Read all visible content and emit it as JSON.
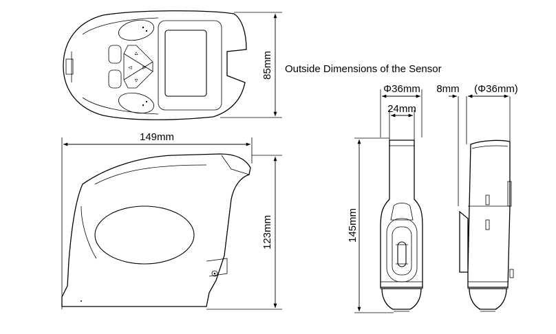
{
  "title": "Outside Dimensions of the Sensor",
  "dimensions": {
    "top_view_height": "85mm",
    "side_view_width": "149mm",
    "side_view_height": "123mm",
    "sensor_front_diameter": "Φ36mm",
    "sensor_inner_width": "24mm",
    "sensor_side_offset": "8mm",
    "sensor_side_diameter": "(Φ36mm)",
    "sensor_height": "145mm"
  },
  "icons": {
    "arrow_up": "▵",
    "arrow_down": "▿",
    "arrow_left": "◃",
    "arrow_right": "▹"
  }
}
